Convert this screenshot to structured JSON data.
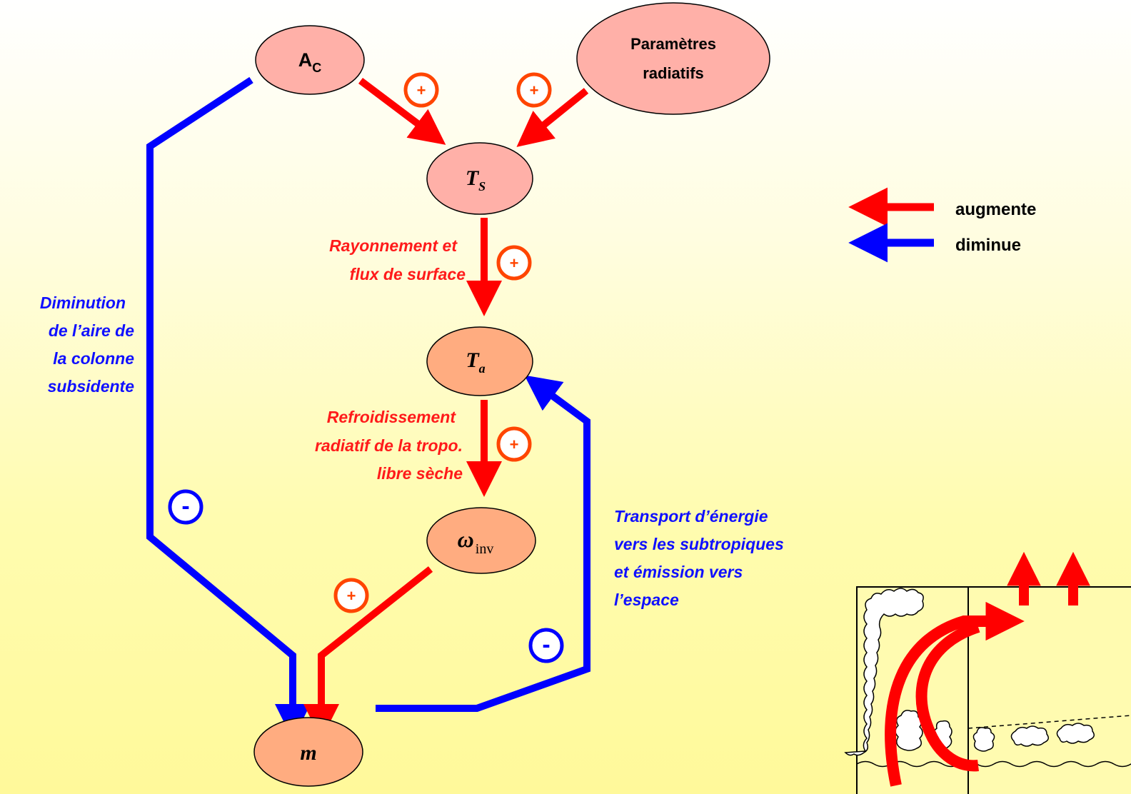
{
  "colors": {
    "increase": "#ff0000",
    "decrease": "#0000ff",
    "node_light": "#ffb0a8",
    "node_dark": "#ffac80",
    "sign_plus": "#ff4500"
  },
  "nodes": {
    "ac": {
      "main": "A",
      "sub": "C"
    },
    "params": {
      "line1": "Paramètres",
      "line2": "radiatifs"
    },
    "ts": {
      "main": "T",
      "sub": "S"
    },
    "ta": {
      "main": "T",
      "sub": "a"
    },
    "omega": {
      "main": "ω",
      "sub": "inv"
    },
    "m": {
      "main": "m"
    }
  },
  "signs": {
    "plus": "+",
    "minus": "-"
  },
  "labels": {
    "rayonnement": [
      "Rayonnement et",
      "flux de surface"
    ],
    "refroidissement": [
      "Refroidissement",
      "radiatif de la tropo.",
      "libre sèche"
    ],
    "diminution": [
      "Diminution",
      "de l’aire de",
      "la colonne",
      "subsidente"
    ],
    "transport": [
      "Transport d’énergie",
      "vers les subtropiques",
      "et émission vers",
      "l’espace"
    ]
  },
  "legend": {
    "increase_label": "augmente",
    "decrease_label": "diminue"
  }
}
